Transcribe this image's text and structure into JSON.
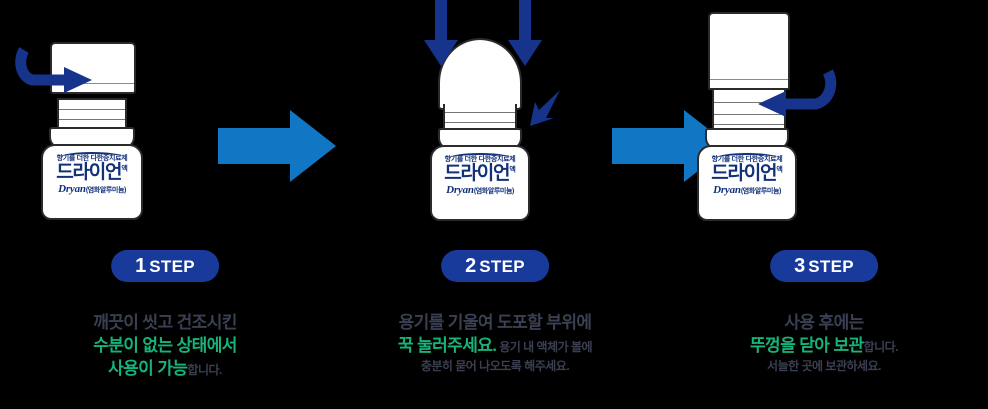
{
  "page": {
    "background_color": "#000000",
    "accent_navy": "#173a9b",
    "accent_blue": "#1177c4",
    "accent_green": "#16b37a",
    "text_dark": "#3b3f52"
  },
  "product_label": {
    "tagline": "향기를 더한 다한증치료제",
    "name_kr": "드라이언",
    "name_sup": "액",
    "name_en": "Dryan",
    "ingredient": "(염화알루미늄)"
  },
  "steps": [
    {
      "badge_number": "1",
      "badge_word": "STEP",
      "lines": [
        {
          "text": "깨끗이 씻고 건조시킨",
          "color": "dark",
          "size": "main"
        },
        {
          "text": "수분이 없는 상태에서",
          "color": "green",
          "size": "main"
        },
        {
          "text": "사용이 가능",
          "color": "green",
          "size": "main",
          "tail": "합니다.",
          "tail_color": "dark"
        }
      ],
      "arrow": "rotate-open-cap-arrow"
    },
    {
      "badge_number": "2",
      "badge_word": "STEP",
      "lines": [
        {
          "text": "용기를 기울여 도포할 부위에",
          "color": "dark",
          "size": "main"
        },
        {
          "text": "꾹 눌러주세요.",
          "color": "green",
          "size": "main",
          "tail": " 용기 내 액체가 볼에",
          "tail_color": "dark"
        },
        {
          "text": "충분히 묻어 나오도록 해주세요.",
          "color": "dark",
          "size": "small"
        }
      ],
      "arrow": "press-down-arrow"
    },
    {
      "badge_number": "3",
      "badge_word": "STEP",
      "lines": [
        {
          "text": "사용 후에는",
          "color": "dark",
          "size": "main"
        },
        {
          "text": "뚜껑을 닫아 보관",
          "color": "green",
          "size": "main",
          "tail": "합니다.",
          "tail_color": "dark"
        },
        {
          "text": "서늘한 곳에 보관하세요.",
          "color": "dark",
          "size": "small"
        }
      ],
      "arrow": "rotate-close-cap-arrow"
    }
  ],
  "transitions": [
    {
      "name": "arrow-step1-to-step2",
      "color": "#1177c4"
    },
    {
      "name": "arrow-step2-to-step3",
      "color": "#1177c4"
    }
  ],
  "icons": {
    "curved_arrow_open": "curved-arrow-right-icon",
    "curved_arrow_close": "curved-arrow-left-icon",
    "down_arrow": "arrow-down-icon",
    "diagonal_arrow": "arrow-down-left-icon",
    "transition_arrow": "arrow-right-icon"
  }
}
